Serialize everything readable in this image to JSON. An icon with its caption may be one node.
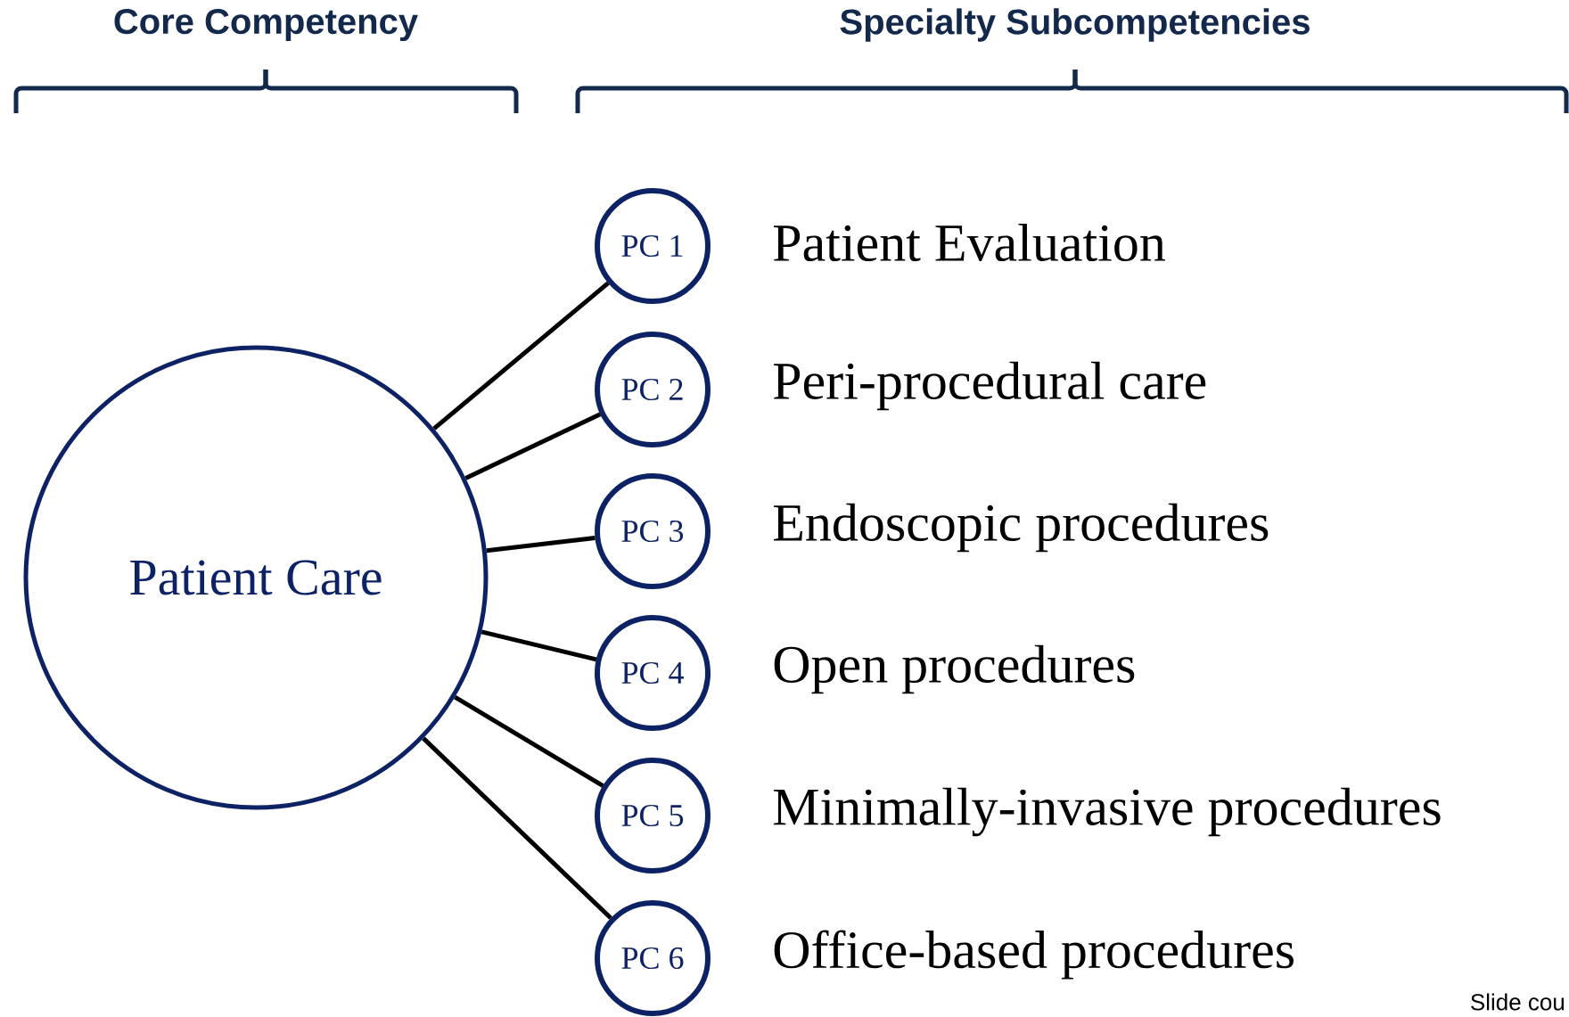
{
  "diagram": {
    "nodes": [
      {
        "text": [
          "Patient Care"
        ]
      },
      {
        "text": [
          "PC 1"
        ],
        "beside": [
          "Patient Evaluation"
        ]
      },
      {
        "text": [
          "PC 2"
        ],
        "beside": [
          "Peri-procedural care"
        ]
      },
      {
        "text": [
          "PC 3"
        ],
        "beside": [
          "Endoscopic procedures"
        ]
      },
      {
        "text": [
          "PC 4"
        ],
        "beside": [
          "Open procedures"
        ]
      },
      {
        "text": [
          "PC 5"
        ],
        "beside": [
          "Minimally-invasive procedures"
        ]
      },
      {
        "text": [
          "PC 6"
        ],
        "beside": [
          "Office-based procedures"
        ]
      }
    ],
    "edges": [
      {
        "from": 0,
        "to": 1,
        "arrow": "none"
      },
      {
        "from": 0,
        "to": 2,
        "arrow": "none"
      },
      {
        "from": 0,
        "to": 3,
        "arrow": "none"
      },
      {
        "from": 0,
        "to": 4,
        "arrow": "none"
      },
      {
        "from": 0,
        "to": 5,
        "arrow": "none"
      },
      {
        "from": 0,
        "to": 6,
        "arrow": "none"
      }
    ],
    "labels": [
      "Core Competency",
      "Specialty Subcompetencies",
      "Slide cou"
    ]
  }
}
